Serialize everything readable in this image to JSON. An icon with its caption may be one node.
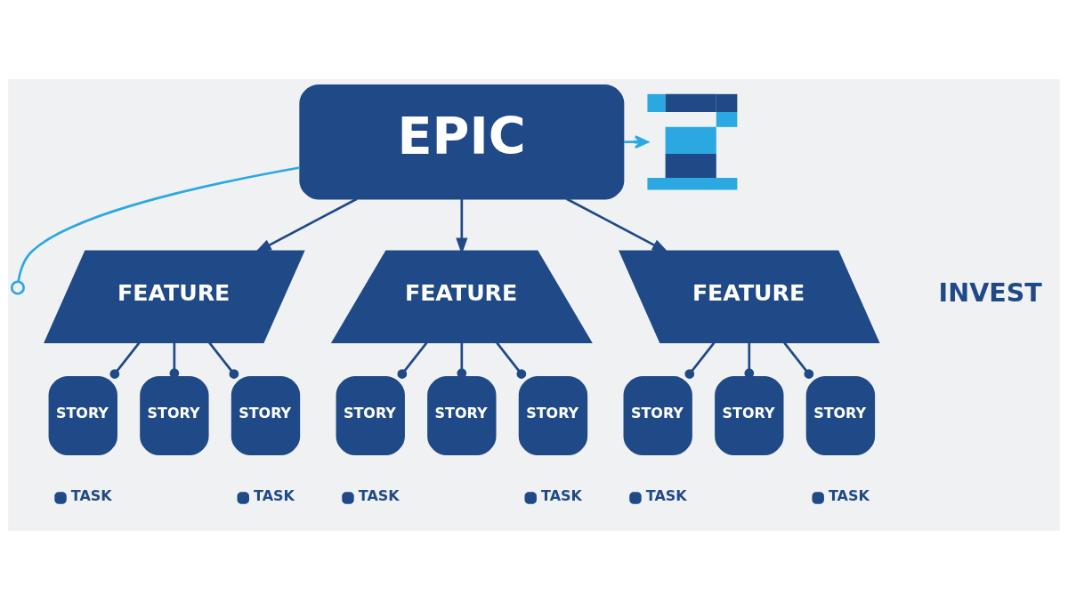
{
  "diagram": {
    "nodes": [
      {
        "text": [
          "EPIC"
        ]
      },
      {
        "text": [],
        "shape": "picture"
      },
      {
        "text": [
          "FEATURE"
        ]
      },
      {
        "text": [
          "FEATURE"
        ]
      },
      {
        "text": [
          "FEATURE"
        ]
      },
      {
        "text": [
          "STORY"
        ],
        "beside": [
          "TASK"
        ]
      },
      {
        "text": [
          "STORY"
        ]
      },
      {
        "text": [
          "STORY"
        ],
        "beside": [
          "TASK"
        ]
      },
      {
        "text": [
          "STORY"
        ],
        "beside": [
          "TASK"
        ]
      },
      {
        "text": [
          "STORY"
        ]
      },
      {
        "text": [
          "STORY"
        ],
        "beside": [
          "TASK"
        ]
      },
      {
        "text": [
          "STORY"
        ],
        "beside": [
          "TASK"
        ]
      },
      {
        "text": [
          "STORY"
        ]
      },
      {
        "text": [
          "STORY"
        ],
        "beside": [
          "TASK"
        ]
      }
    ],
    "edges": [
      {
        "from": 0,
        "to": null,
        "arrow": "other",
        "color": "#2ba8e2"
      },
      {
        "from": 0,
        "to": 1,
        "arrow": "to",
        "color": "#2ba8e2"
      },
      {
        "from": 0,
        "to": 2,
        "arrow": "to"
      },
      {
        "from": 0,
        "to": 3,
        "arrow": "to"
      },
      {
        "from": 0,
        "to": 4,
        "arrow": "to"
      },
      {
        "from": 2,
        "to": 5,
        "arrow": "other"
      },
      {
        "from": 2,
        "to": 6,
        "arrow": "other"
      },
      {
        "from": 2,
        "to": 7,
        "arrow": "other"
      },
      {
        "from": 3,
        "to": 8,
        "arrow": "other"
      },
      {
        "from": 3,
        "to": 9,
        "arrow": "other"
      },
      {
        "from": 3,
        "to": 10,
        "arrow": "other"
      },
      {
        "from": 4,
        "to": 11,
        "arrow": "other"
      },
      {
        "from": 4,
        "to": 12,
        "arrow": "other"
      },
      {
        "from": 4,
        "to": 13,
        "arrow": "other"
      }
    ],
    "labels": [
      "INVEST"
    ]
  }
}
